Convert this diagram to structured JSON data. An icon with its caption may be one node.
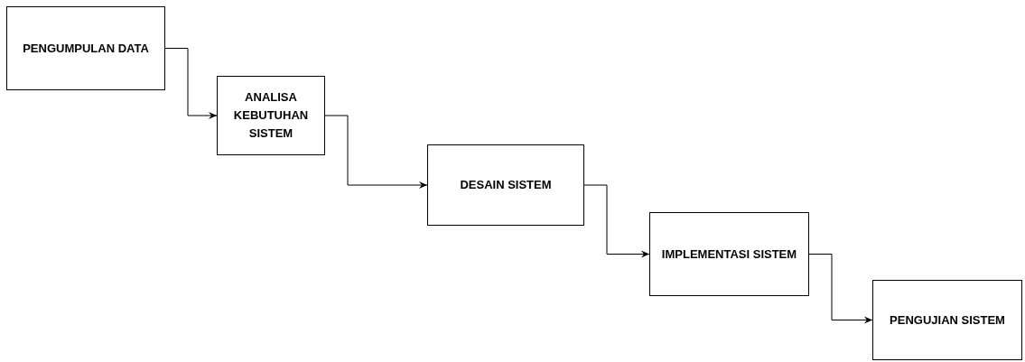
{
  "diagram": {
    "nodes": [
      {
        "text": [
          "PENGUMPULAN DATA"
        ]
      },
      {
        "text": [
          "ANALISA KEBUTUHAN SISTEM"
        ]
      },
      {
        "text": [
          "DESAIN SISTEM"
        ]
      },
      {
        "text": [
          "IMPLEMENTASI SISTEM"
        ]
      },
      {
        "text": [
          "PENGUJIAN SISTEM"
        ]
      }
    ],
    "edges": [
      {
        "from": 0,
        "to": 1,
        "arrow": "to"
      },
      {
        "from": 1,
        "to": 2,
        "arrow": "to"
      },
      {
        "from": 2,
        "to": 3,
        "arrow": "to"
      },
      {
        "from": 3,
        "to": 4,
        "arrow": "to"
      }
    ]
  }
}
